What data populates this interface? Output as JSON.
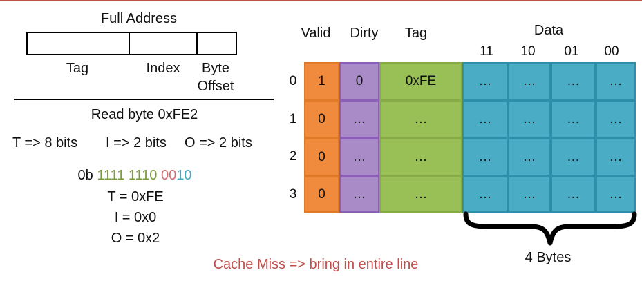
{
  "address": {
    "title": "Full Address",
    "fields": [
      "Tag",
      "Index",
      "Byte",
      "Offset"
    ]
  },
  "request": {
    "title": "Read byte 0xFE2",
    "bits": {
      "tag": "T => 8 bits",
      "index": "I => 2 bits",
      "offset": "O => 2 bits"
    },
    "binary": {
      "prefix": "0b",
      "tag_bits": "1111 1110",
      "index_bits": "00",
      "offset_bits": "10"
    },
    "T": "T = 0xFE",
    "I": "I = 0x0",
    "O": "O = 0x2"
  },
  "cache": {
    "headers": {
      "valid": "Valid",
      "dirty": "Dirty",
      "tag": "Tag",
      "data": "Data"
    },
    "byte_headers": [
      "11",
      "10",
      "01",
      "00"
    ],
    "rows": [
      {
        "index": "0",
        "valid": "1",
        "dirty": "0",
        "tag": "0xFE",
        "data": [
          "…",
          "…",
          "…",
          "…"
        ]
      },
      {
        "index": "1",
        "valid": "0",
        "dirty": "…",
        "tag": "…",
        "data": [
          "…",
          "…",
          "…",
          "…"
        ]
      },
      {
        "index": "2",
        "valid": "0",
        "dirty": "…",
        "tag": "…",
        "data": [
          "…",
          "…",
          "…",
          "…"
        ]
      },
      {
        "index": "3",
        "valid": "0",
        "dirty": "…",
        "tag": "…",
        "data": [
          "…",
          "…",
          "…",
          "…"
        ]
      }
    ],
    "brace_label": "4 Bytes"
  },
  "note": "Cache Miss => bring in entire line",
  "colors": {
    "valid": "#f08a3c",
    "dirty": "#a98bc8",
    "tag": "#99bf57",
    "data": "#4bacc6",
    "note": "#c0504d",
    "tag_bits": "#7a9c3a",
    "index_bits": "#d16e73",
    "offset_bits": "#43a8c4"
  }
}
